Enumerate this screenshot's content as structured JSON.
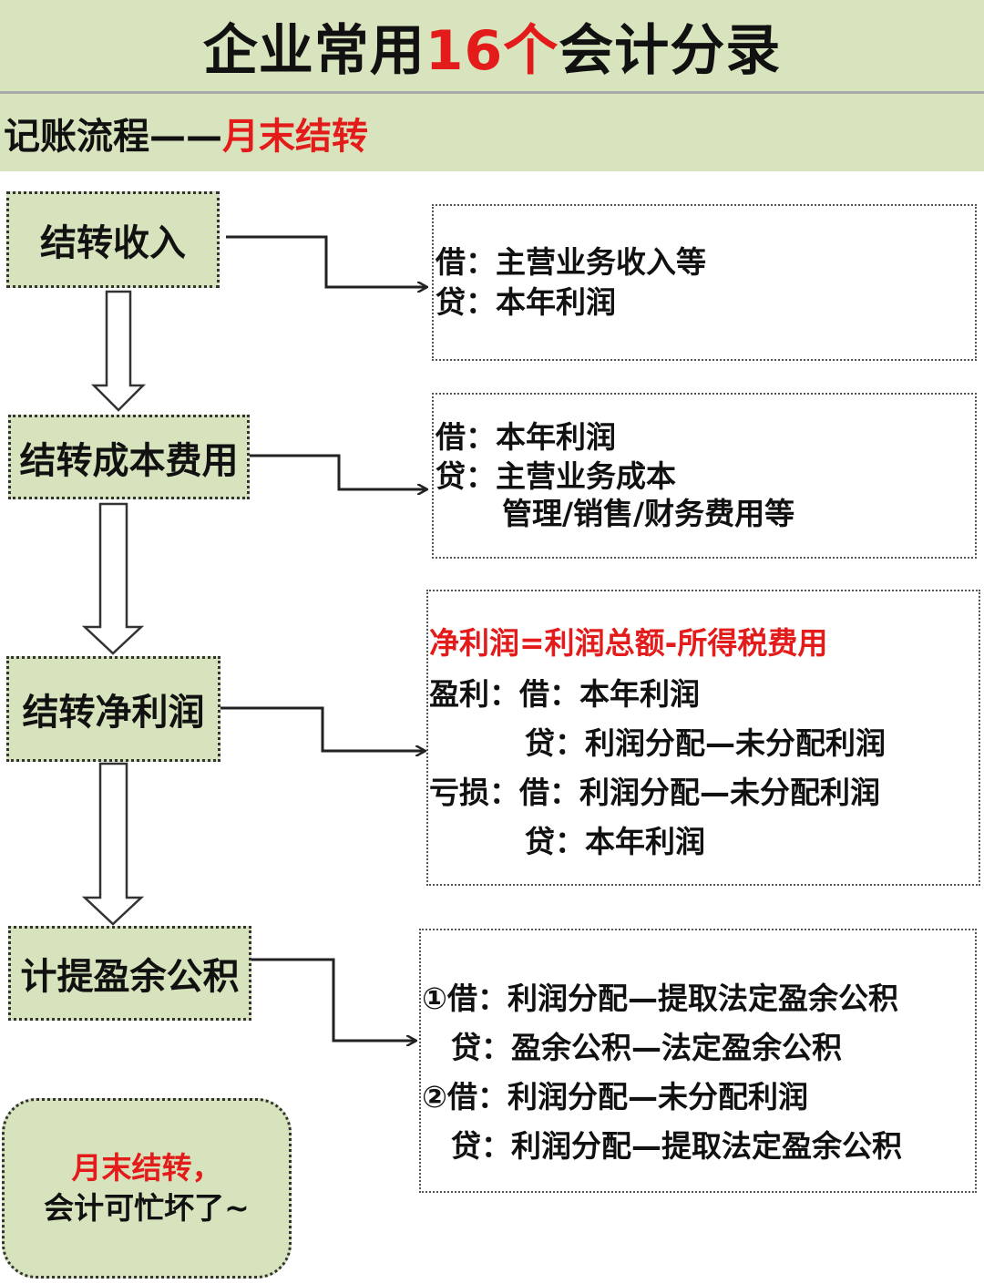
{
  "title": {
    "prefix": "企业常用",
    "highlight": "16个",
    "suffix": "会计分录"
  },
  "subtitle": {
    "prefix": "记账流程——",
    "highlight": "月末结转"
  },
  "steps": [
    {
      "label": "结转收入"
    },
    {
      "label": "结转成本费用"
    },
    {
      "label": "结转净利润"
    },
    {
      "label": "计提盈余公积"
    }
  ],
  "entries": [
    {
      "lines": [
        "借：主营业务收入等",
        "贷：本年利润"
      ]
    },
    {
      "lines": [
        "借：本年利润",
        "贷：主营业务成本",
        "管理/销售/财务费用等"
      ]
    },
    {
      "formula": "净利润=利润总额-所得税费用",
      "lines": [
        "盈利：借：本年利润",
        "贷：利润分配—未分配利润",
        "亏损：借：利润分配—未分配利润",
        "贷：本年利润"
      ]
    },
    {
      "lines": [
        "①借：利润分配—提取法定盈余公积",
        "贷：盈余公积—法定盈余公积",
        "②借：利润分配—未分配利润",
        "贷：利润分配—提取法定盈余公积"
      ]
    }
  ],
  "note": {
    "highlight": "月末结转，",
    "text": "会计可忙坏了~"
  }
}
